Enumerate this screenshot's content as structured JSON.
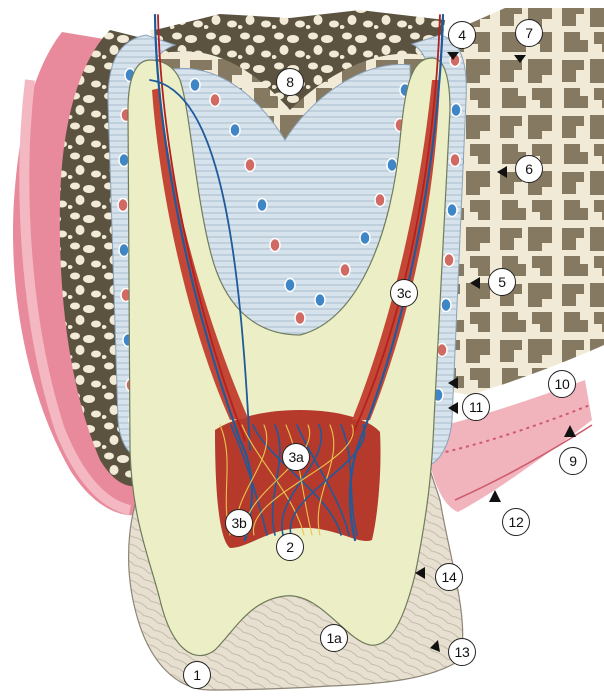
{
  "labels": {
    "l1": "1",
    "l1a": "1a",
    "l2": "2",
    "l3a": "3a",
    "l3b": "3b",
    "l3c": "3c",
    "l4": "4",
    "l5": "5",
    "l6": "6",
    "l7": "7",
    "l8": "8",
    "l9": "9",
    "l10": "10",
    "l11": "11",
    "l12": "12",
    "l13": "13",
    "l14": "14"
  },
  "colors": {
    "gingiva": "#e88a9b",
    "bone": "#5b5340",
    "marrow": "#f1ead6",
    "dentin": "#ecefc6",
    "enamel": "#e4dccb",
    "pdl": "#c9d6e3",
    "vessel_red": "#b32020",
    "vessel_blue": "#1f5a9b"
  }
}
